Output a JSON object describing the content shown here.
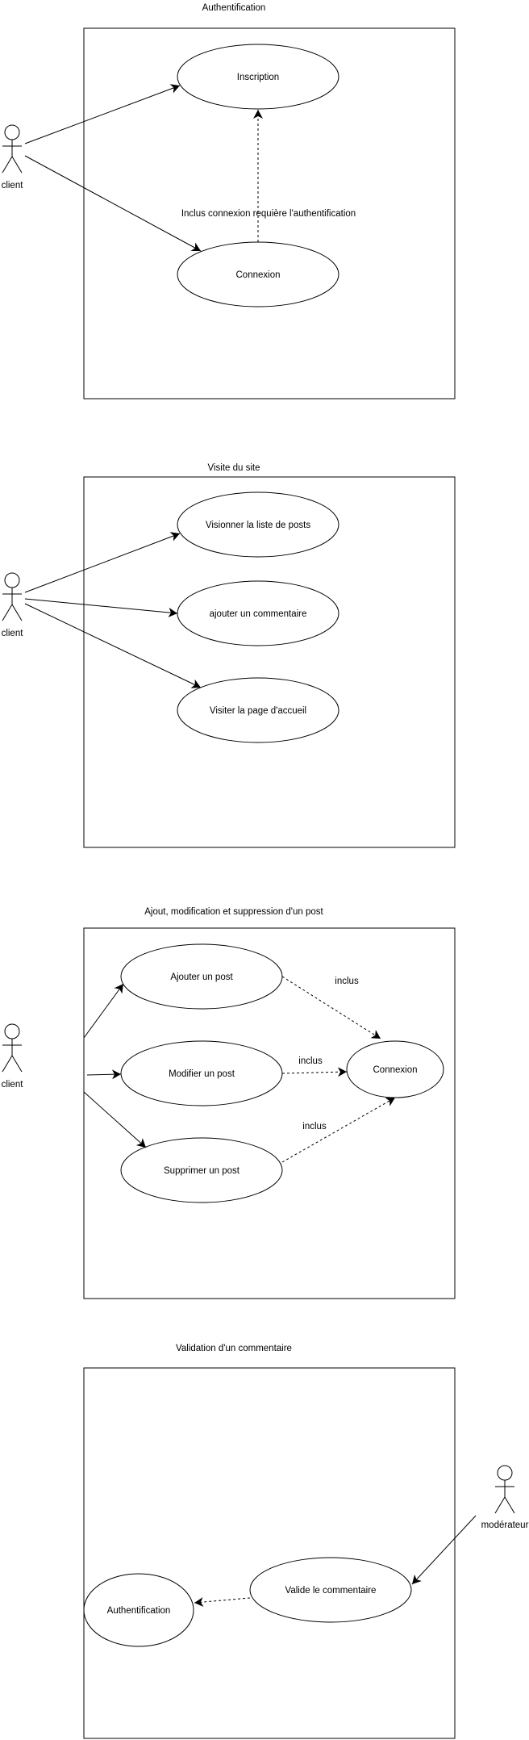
{
  "diagrams": [
    {
      "title": "Authentification",
      "actor": "client",
      "use_cases": [
        "Inscription",
        "Connexion"
      ],
      "note": "Inclus connexion requière l'authentification"
    },
    {
      "title": "Visite du site",
      "actor": "client",
      "use_cases": [
        "Visionner la liste de posts",
        "ajouter un commentaire",
        "Visiter la page d'accueil"
      ]
    },
    {
      "title": "Ajout, modification et suppression d'un post",
      "actor": "client",
      "use_cases": [
        "Ajouter un post",
        "Modifier un post",
        "Supprimer un post",
        "Connexion"
      ],
      "relations": [
        "inclus",
        "inclus",
        "inclus"
      ]
    },
    {
      "title": "Validation d'un commentaire",
      "actor": "modérateur",
      "use_cases": [
        "Valide le commentaire",
        "Authentification"
      ]
    }
  ]
}
